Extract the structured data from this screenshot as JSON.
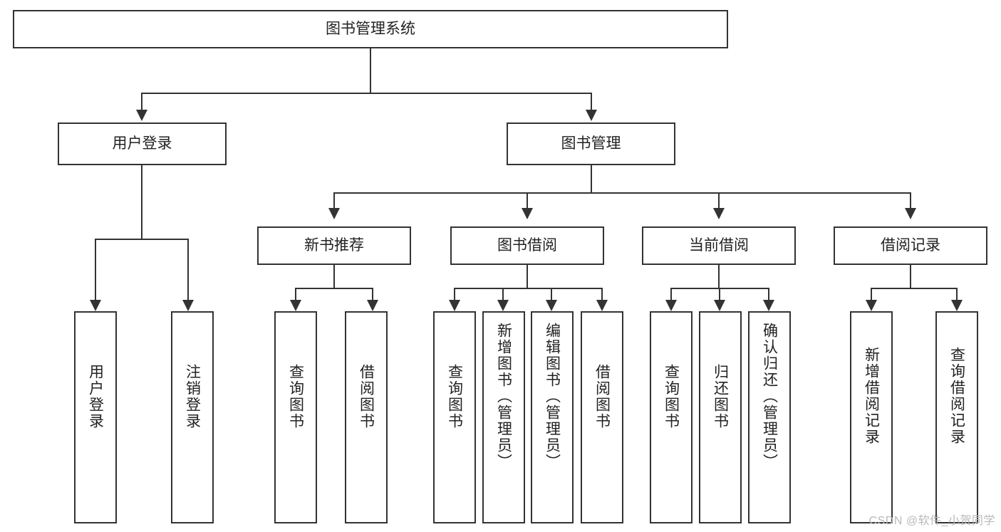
{
  "diagram": {
    "type": "tree-hierarchy",
    "root": {
      "id": "root",
      "label": "图书管理系统"
    },
    "level1": [
      {
        "id": "user-login",
        "label": "用户登录"
      },
      {
        "id": "book-manage",
        "label": "图书管理"
      }
    ],
    "level2": [
      {
        "id": "new-book-rec",
        "label": "新书推荐",
        "parent": "book-manage"
      },
      {
        "id": "book-borrow",
        "label": "图书借阅",
        "parent": "book-manage"
      },
      {
        "id": "current-borrow",
        "label": "当前借阅",
        "parent": "book-manage"
      },
      {
        "id": "borrow-record",
        "label": "借阅记录",
        "parent": "book-manage"
      }
    ],
    "leaves": [
      {
        "id": "leaf-user-login",
        "label": "用户登录",
        "parent": "user-login"
      },
      {
        "id": "leaf-user-logout",
        "label": "注销登录",
        "parent": "user-login"
      },
      {
        "id": "leaf-query-book-1",
        "label": "查询图书",
        "parent": "new-book-rec"
      },
      {
        "id": "leaf-borrow-book-1",
        "label": "借阅图书",
        "parent": "new-book-rec"
      },
      {
        "id": "leaf-query-book-2",
        "label": "查询图书",
        "parent": "book-borrow"
      },
      {
        "id": "leaf-add-book",
        "label": "新增图书（管理员）",
        "parent": "book-borrow"
      },
      {
        "id": "leaf-edit-book",
        "label": "编辑图书（管理员）",
        "parent": "book-borrow"
      },
      {
        "id": "leaf-borrow-book-2",
        "label": "借阅图书",
        "parent": "book-borrow"
      },
      {
        "id": "leaf-query-book-3",
        "label": "查询图书",
        "parent": "current-borrow"
      },
      {
        "id": "leaf-return-book",
        "label": "归还图书",
        "parent": "current-borrow"
      },
      {
        "id": "leaf-confirm-return",
        "label": "确认归还（管理员）",
        "parent": "current-borrow"
      },
      {
        "id": "leaf-add-record",
        "label": "新增借阅记录",
        "parent": "borrow-record"
      },
      {
        "id": "leaf-query-record",
        "label": "查询借阅记录",
        "parent": "borrow-record"
      }
    ],
    "colors": {
      "stroke": "#333333",
      "fill": "#ffffff",
      "text": "#222222",
      "watermark": "#b9b9b9"
    }
  },
  "watermark": {
    "text": "CSDN @软件_小贺同学"
  }
}
